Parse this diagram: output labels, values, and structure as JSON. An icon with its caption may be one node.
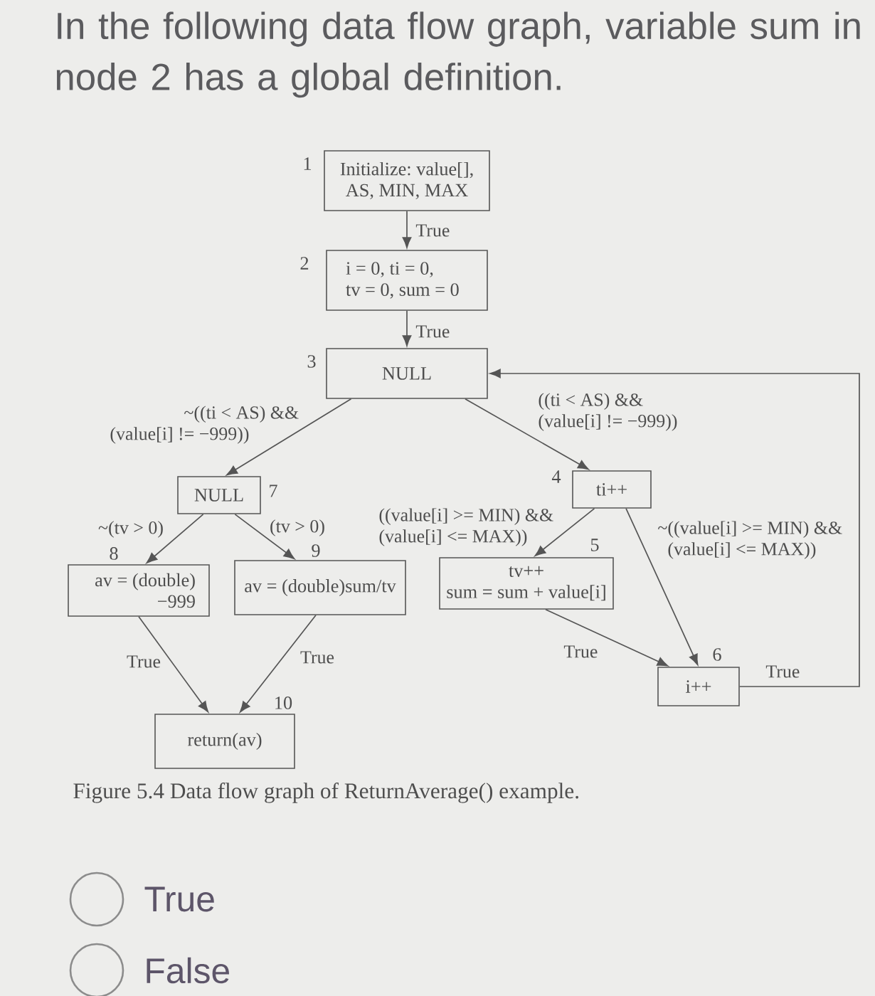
{
  "diagram": {
    "title": "In the following data flow graph, variable sum in node 2 has a global definition.",
    "caption": "Figure 5.4 Data flow graph of ReturnAverage() example.",
    "nodes": [
      {
        "text": [
          "Initialize: value[], AS, MIN, MAX"
        ],
        "beside": [
          "1"
        ]
      },
      {
        "text": [
          "i = 0, ti = 0, tv = 0, sum = 0"
        ],
        "beside": [
          "2"
        ]
      },
      {
        "text": [
          "NULL"
        ],
        "beside": [
          "3"
        ]
      },
      {
        "text": [
          "ti++"
        ],
        "beside": [
          "4"
        ]
      },
      {
        "text": [
          "tv++ sum = sum + value[i]"
        ],
        "beside": [
          "5"
        ]
      },
      {
        "text": [
          "i++"
        ],
        "beside": [
          "6"
        ]
      },
      {
        "text": [
          "NULL"
        ],
        "beside": [
          "7"
        ]
      },
      {
        "text": [
          "av = (double) −999"
        ],
        "beside": [
          "8"
        ]
      },
      {
        "text": [
          "av = (double)sum/tv"
        ],
        "beside": [
          "9"
        ]
      },
      {
        "text": [
          "return(av)"
        ],
        "beside": [
          "10"
        ]
      }
    ],
    "edges": [
      {
        "from": 0,
        "to": 1,
        "arrow": "to",
        "label": "True"
      },
      {
        "from": 1,
        "to": 2,
        "arrow": "to",
        "label": "True"
      },
      {
        "from": 2,
        "to": 6,
        "arrow": "to",
        "label": "~((ti < AS) && (value[i] != −999))"
      },
      {
        "from": 2,
        "to": 3,
        "arrow": "to",
        "label": "((ti < AS) && (value[i] != −999))"
      },
      {
        "from": 3,
        "to": 4,
        "arrow": "to",
        "label": "((value[i] >= MIN) && (value[i] <= MAX))"
      },
      {
        "from": 3,
        "to": 5,
        "arrow": "to",
        "label": "~((value[i] >= MIN) && (value[i] <= MAX))"
      },
      {
        "from": 4,
        "to": 5,
        "arrow": "to",
        "label": "True"
      },
      {
        "from": 5,
        "to": 2,
        "arrow": "to",
        "label": "True"
      },
      {
        "from": 6,
        "to": 7,
        "arrow": "to",
        "label": "~(tv > 0)"
      },
      {
        "from": 6,
        "to": 8,
        "arrow": "to",
        "label": "(tv > 0)"
      },
      {
        "from": 7,
        "to": 9,
        "arrow": "to",
        "label": "True"
      },
      {
        "from": 8,
        "to": 9,
        "arrow": "to",
        "label": "True"
      }
    ],
    "labels": [
      "True",
      "False"
    ]
  }
}
